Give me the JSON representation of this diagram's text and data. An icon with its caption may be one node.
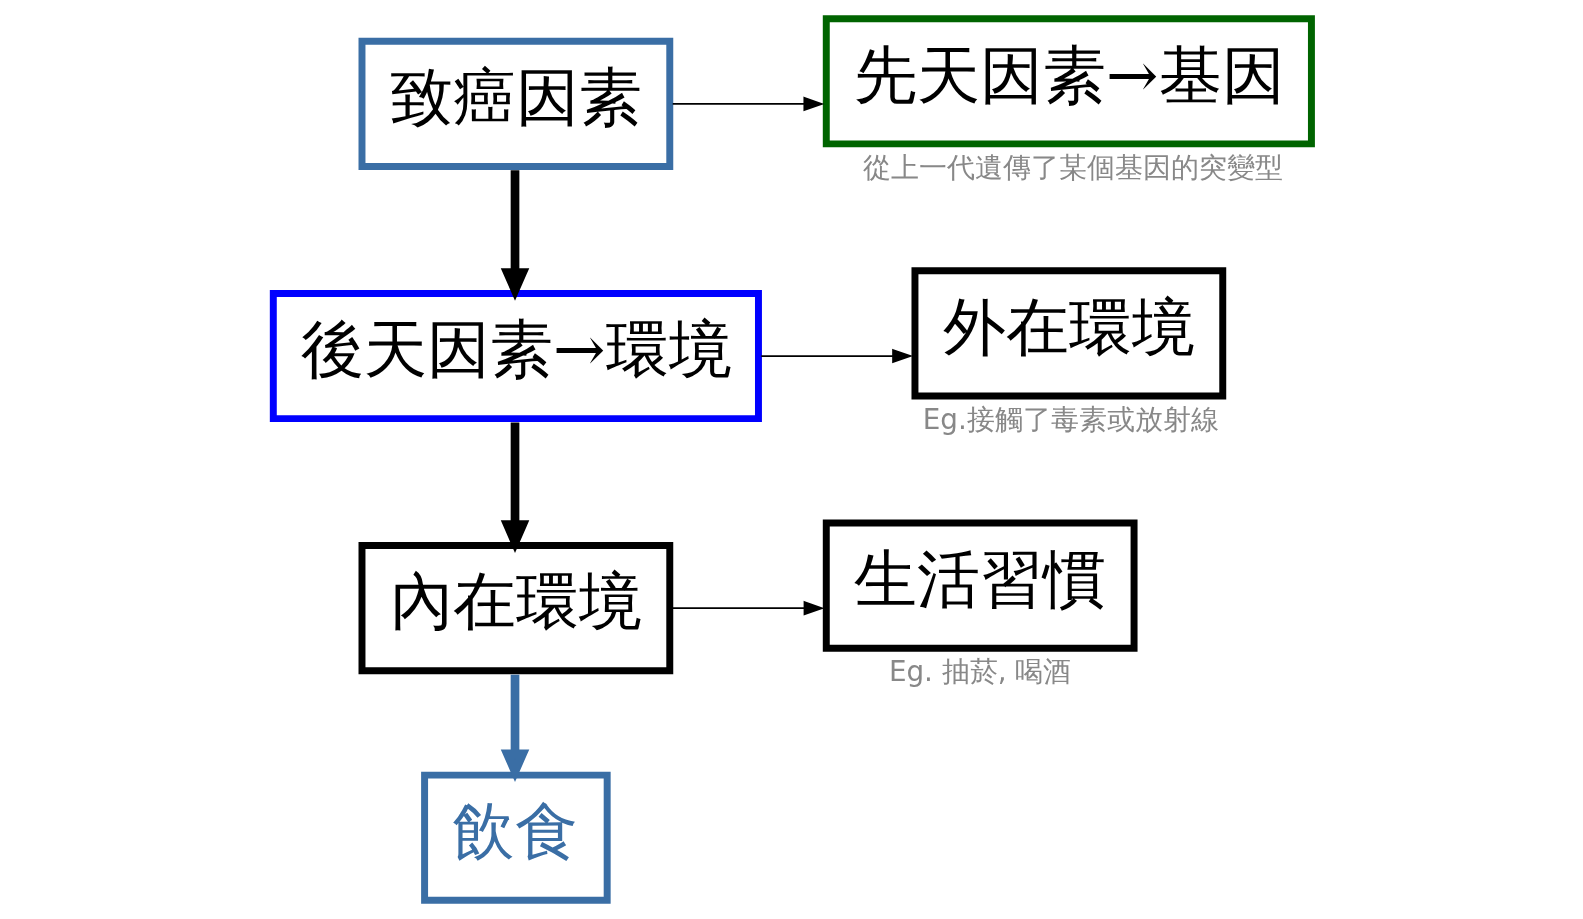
{
  "diagram": {
    "nodes": [
      {
        "text": [
          "致癌因素"
        ]
      },
      {
        "text": [
          "先天因素→基因"
        ],
        "beside": [
          "從上一代遺傳了某個基因的突變型"
        ]
      },
      {
        "text": [
          "後天因素→環境"
        ]
      },
      {
        "text": [
          "外在環境"
        ],
        "beside": [
          "Eg.接觸了毒素或放射線"
        ]
      },
      {
        "text": [
          "內在環境"
        ]
      },
      {
        "text": [
          "生活習慣"
        ],
        "beside": [
          "Eg. 抽菸, 喝酒"
        ]
      },
      {
        "text": [
          "飲食"
        ]
      }
    ],
    "edges": [
      {
        "from": 0,
        "to": 1,
        "arrow": "to"
      },
      {
        "from": 0,
        "to": 2,
        "arrow": "to",
        "style": "thick"
      },
      {
        "from": 2,
        "to": 3,
        "arrow": "to"
      },
      {
        "from": 2,
        "to": 4,
        "arrow": "to",
        "style": "thick"
      },
      {
        "from": 4,
        "to": 5,
        "arrow": "to"
      },
      {
        "from": 4,
        "to": 6,
        "arrow": "to",
        "style": "thick",
        "color": "#3a6ea5"
      }
    ]
  }
}
